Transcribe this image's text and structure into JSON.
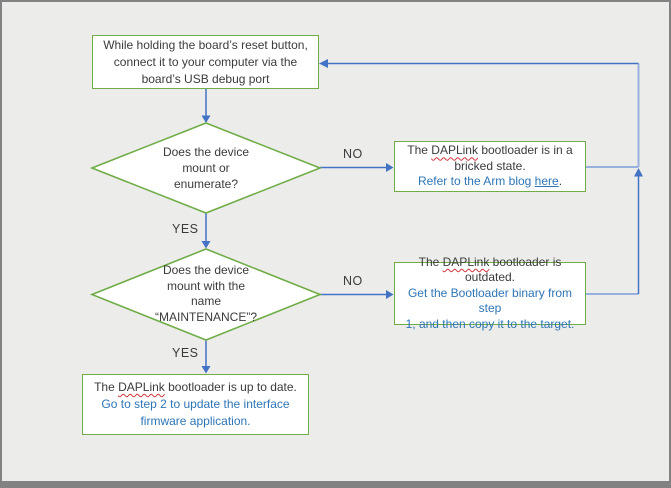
{
  "colors": {
    "canvas_bg": "#ececeb",
    "frame_border": "#828282",
    "shape_border_green": "#70ad47",
    "connector_blue": "#4472c4",
    "connector_light_blue": "#97b0dd",
    "text_black": "#3b3b3b",
    "text_blue": "#2e75b6",
    "spellcheck_red": "#d13438"
  },
  "nodes": {
    "start": {
      "text": "While holding the board’s reset button,\nconnect it to your computer via the\nboard’s USB debug port"
    },
    "decision_mount": {
      "text": "Does the device\nmount or\nenumerate?"
    },
    "decision_maintenance": {
      "text": "Does the device\nmount with the\nname\n“MAINTENANCE”?"
    },
    "bricked": {
      "black_pre": "The ",
      "black_word": "DAPLink",
      "black_post": " bootloader is in a\nbricked state.",
      "blue_pre": "Refer to the Arm blog ",
      "link_text": "here",
      "suffix": "."
    },
    "outdated": {
      "black_pre": "The ",
      "black_word": "DAPLink",
      "black_post": " bootloader is\noutdated.",
      "blue_text": "Get the Bootloader binary from step\n1, and then copy it to the target."
    },
    "up_to_date": {
      "black_pre": "The ",
      "black_word": "DAPLink",
      "black_post": " bootloader is up to date.",
      "blue_text": "Go to step 2 to update the interface\nfirmware application."
    }
  },
  "labels": {
    "no1": "NO",
    "yes1": "YES",
    "no2": "NO",
    "yes2": "YES"
  }
}
